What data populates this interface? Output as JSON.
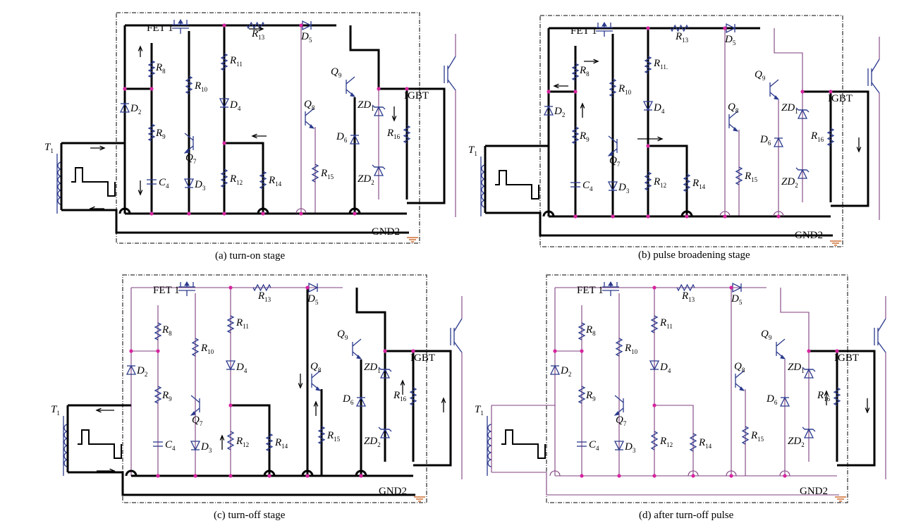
{
  "colors": {
    "thin_wire": "#7f3f7f",
    "active_path": "#000000",
    "component": "#2b3a8c",
    "junction": "#d6249f",
    "ground": "#c24b00"
  },
  "panels": [
    {
      "id": "a",
      "caption": "(a) turn-on stage",
      "labels": {
        "fet": "FET 1",
        "r8": "R",
        "r8s": "8",
        "r9": "R",
        "r9s": "9",
        "r10": "R",
        "r10s": "10",
        "r11": "R",
        "r11s": "11",
        "r12": "R",
        "r12s": "12",
        "r13": "R",
        "r13s": "13",
        "r14": "R",
        "r14s": "14",
        "r15": "R",
        "r15s": "15",
        "r16": "R",
        "r16s": "16",
        "d2": "D",
        "d2s": "2",
        "d3": "D",
        "d3s": "3",
        "d4": "D",
        "d4s": "4",
        "d5": "D",
        "d5s": "5",
        "d6": "D",
        "d6s": "6",
        "c4": "C",
        "c4s": "4",
        "q7": "Q",
        "q7s": "7",
        "q8": "Q",
        "q8s": "8",
        "q9": "Q",
        "q9s": "9",
        "zd1": "ZD",
        "zd1s": "1",
        "zd2": "ZD",
        "zd2s": "2",
        "t1": "T",
        "t1s": "1",
        "igbt": "IGBT",
        "gnd": "GND2"
      }
    },
    {
      "id": "b",
      "caption": "(b) pulse broadening stage",
      "labels": {
        "fet": "FET 1",
        "r8": "R",
        "r8s": "8",
        "r9": "R",
        "r9s": "9",
        "r10": "R",
        "r10s": "10",
        "r11": "R",
        "r11s": "11.",
        "r12": "R",
        "r12s": "12",
        "r13": "R",
        "r13s": "13",
        "r14": "R",
        "r14s": "14",
        "r15": "R",
        "r15s": "15",
        "r16": "R",
        "r16s": "16",
        "d2": "D",
        "d2s": "2",
        "d3": "D",
        "d3s": "3",
        "d4": "D",
        "d4s": "4",
        "d5": "D",
        "d5s": "5",
        "d6": "D",
        "d6s": "6",
        "c4": "C",
        "c4s": "4",
        "q7": "Q",
        "q7s": "7",
        "q8": "Q",
        "q8s": "8",
        "q9": "Q",
        "q9s": "9",
        "zd1": "ZD",
        "zd1s": "1",
        "zd2": "ZD",
        "zd2s": "2",
        "t1": "T",
        "t1s": "1",
        "igbt": "IGBT",
        "gnd": "GND2"
      }
    },
    {
      "id": "c",
      "caption": "(c) turn-off stage",
      "labels": {
        "fet": "FET 1",
        "r8": "R",
        "r8s": "8",
        "r9": "R",
        "r9s": "9",
        "r10": "R",
        "r10s": "10",
        "r11": "R",
        "r11s": "11",
        "r12": "R",
        "r12s": "12",
        "r13": "R",
        "r13s": "13",
        "r14": "R",
        "r14s": "14",
        "r15": "R",
        "r15s": "15",
        "r16": "R",
        "r16s": "16",
        "d2": "D",
        "d2s": "2",
        "d3": "D",
        "d3s": "3",
        "d4": "D",
        "d4s": "4",
        "d5": "D",
        "d5s": "5",
        "d6": "D",
        "d6s": "6",
        "c4": "C",
        "c4s": "4",
        "q7": "Q",
        "q7s": "7",
        "q8": "Q",
        "q8s": "8",
        "q9": "Q",
        "q9s": "9",
        "zd1": "ZD",
        "zd1s": "1",
        "zd2": "ZD",
        "zd2s": "2",
        "t1": "T",
        "t1s": "1",
        "igbt": "IGBT",
        "gnd": "GND2"
      }
    },
    {
      "id": "d",
      "caption": "(d) after turn-off pulse",
      "labels": {
        "fet": "FET 1",
        "r8": "R",
        "r8s": "8",
        "r9": "R",
        "r9s": "9",
        "r10": "R",
        "r10s": "10",
        "r11": "R",
        "r11s": "11",
        "r12": "R",
        "r12s": "12",
        "r13": "R",
        "r13s": "13",
        "r14": "R",
        "r14s": "14",
        "r15": "R",
        "r15s": "15",
        "r16": "R",
        "r16s": "16",
        "d2": "D",
        "d2s": "2",
        "d3": "D",
        "d3s": "3",
        "d4": "D",
        "d4s": "4",
        "d5": "D",
        "d5s": "5",
        "d6": "D",
        "d6s": "6",
        "c4": "C",
        "c4s": "4",
        "q7": "Q",
        "q7s": "7",
        "q8": "Q",
        "q8s": "8",
        "q9": "Q",
        "q9s": "9",
        "zd1": "ZD",
        "zd1s": "1",
        "zd2": "ZD",
        "zd2s": "2",
        "t1": "T",
        "t1s": "1",
        "igbt": "IGBT",
        "gnd": "GND2"
      }
    }
  ]
}
